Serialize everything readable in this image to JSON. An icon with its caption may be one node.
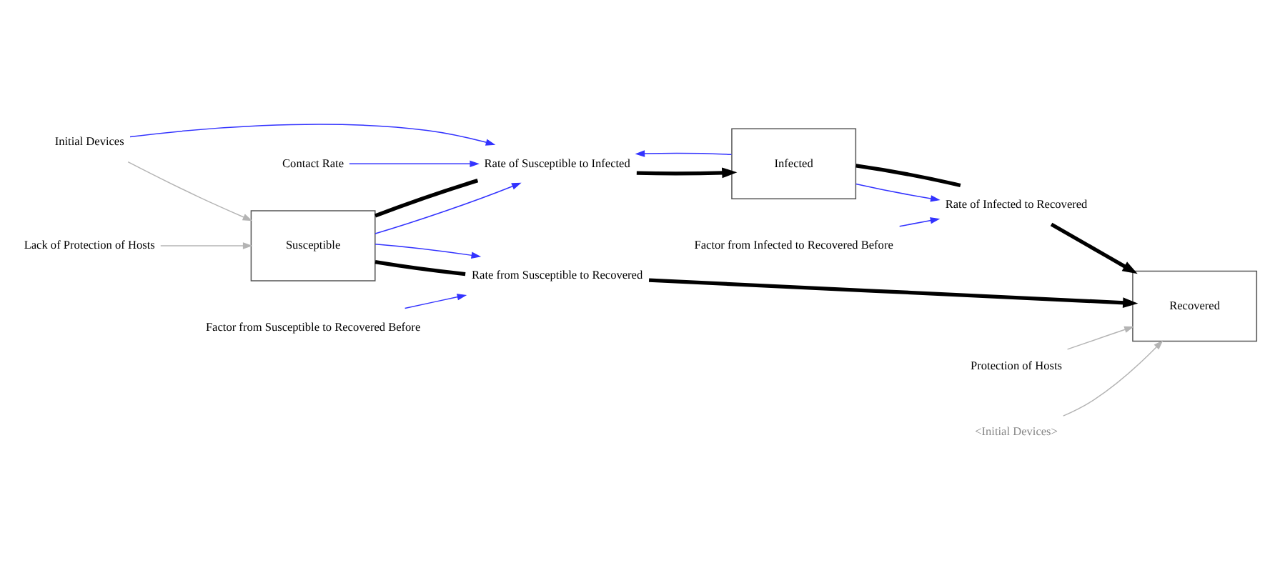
{
  "diagram": {
    "nodes": [
      {
        "text": [
          "Lack of Protection of Hosts"
        ]
      },
      {
        "text": [
          "Initial Devices"
        ]
      },
      {
        "text": [
          "Contact Rate"
        ]
      },
      {
        "text": [
          "Susceptible"
        ]
      },
      {
        "text": [
          "Rate of Susceptible to Infected"
        ]
      },
      {
        "text": [
          "Infected"
        ]
      },
      {
        "text": [
          "Factor from Infected to Recovered Before"
        ]
      },
      {
        "text": [
          "Rate of Infected to Recovered"
        ]
      },
      {
        "text": [
          "Recovered"
        ]
      },
      {
        "text": [
          "Rate from Susceptible to Recovered"
        ]
      },
      {
        "text": [
          "Factor from Susceptible to Recovered Before"
        ]
      },
      {
        "text": [
          "Protection of Hosts"
        ]
      },
      {
        "text": [
          "<Initial Devices>"
        ]
      }
    ],
    "edges": [
      {
        "from": 0,
        "to": 3,
        "arrow": "to",
        "color": "#b4b4b4"
      },
      {
        "from": 1,
        "to": 3,
        "arrow": "to",
        "color": "#b4b4b4"
      },
      {
        "from": 1,
        "to": 4,
        "arrow": "to"
      },
      {
        "from": 2,
        "to": 4,
        "arrow": "to"
      },
      {
        "from": 3,
        "to": 4,
        "arrow": "to"
      },
      {
        "from": 5,
        "to": 4,
        "arrow": "to"
      },
      {
        "from": 3,
        "to": 4,
        "arrow": "none",
        "style": "thick",
        "color": "#000000"
      },
      {
        "from": 4,
        "to": 5,
        "arrow": "to",
        "style": "thick",
        "color": "#000000"
      },
      {
        "from": 5,
        "to": 7,
        "arrow": "to"
      },
      {
        "from": 6,
        "to": 7,
        "arrow": "to"
      },
      {
        "from": 5,
        "to": 7,
        "arrow": "none",
        "style": "thick",
        "color": "#000000"
      },
      {
        "from": 7,
        "to": 8,
        "arrow": "to",
        "style": "thick",
        "color": "#000000"
      },
      {
        "from": 3,
        "to": 9,
        "arrow": "none",
        "style": "thick",
        "color": "#000000"
      },
      {
        "from": 9,
        "to": 8,
        "arrow": "to",
        "style": "thick",
        "color": "#000000"
      },
      {
        "from": 3,
        "to": 9,
        "arrow": "to"
      },
      {
        "from": 10,
        "to": 9,
        "arrow": "to"
      },
      {
        "from": 11,
        "to": 8,
        "arrow": "to",
        "color": "#b4b4b4"
      },
      {
        "from": 12,
        "to": 8,
        "arrow": "to",
        "color": "#b4b4b4"
      }
    ]
  }
}
